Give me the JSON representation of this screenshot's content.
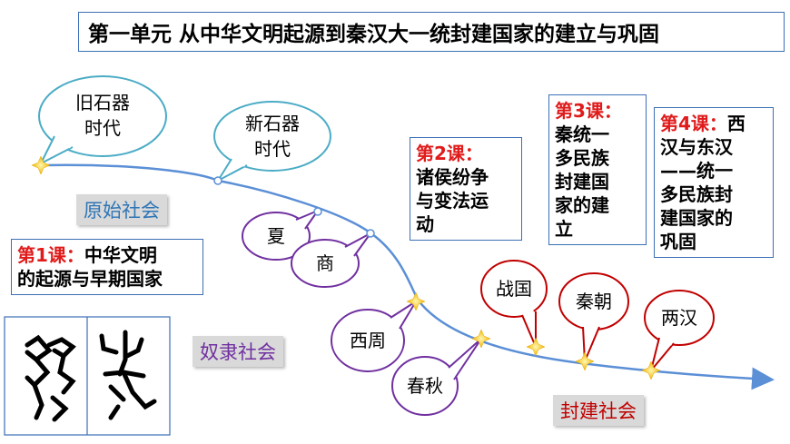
{
  "title": "第一单元  从中华文明起源到秦汉大一统封建国家的建立与巩固",
  "bubbles": {
    "paleo_1": "旧石器",
    "paleo_2": "时代",
    "neo_1": "新石器",
    "neo_2": "时代",
    "xia": "夏",
    "shang": "商",
    "xizhou": "西周",
    "chunqiu": "春秋",
    "zhanguo": "战国",
    "qin": "秦朝",
    "lianghan": "两汉"
  },
  "eras": {
    "primitive": "原始社会",
    "slave": "奴隶社会",
    "feudal": "封建社会"
  },
  "lessons": {
    "l1_head": "第1课：",
    "l1_body_a": "中华文明",
    "l1_body_b": "的起源与早期国家",
    "l2_head": "第2课：",
    "l2_body": [
      "诸侯纷争",
      "与变法运",
      "动"
    ],
    "l3_head": "第3课：",
    "l3_body": [
      "秦统一",
      "多民族",
      "封建国",
      "家的建",
      "立"
    ],
    "l4_head": "第4课：",
    "l4_body_a": "西",
    "l4_body": [
      "汉与东汉",
      "——统一",
      "多民族封",
      "建国家的",
      "巩固"
    ]
  },
  "colors": {
    "border": "#3b6fb6",
    "timeline": "#5b8fd6",
    "bubble_blue": "#4bacc6",
    "bubble_purple": "#7030a0",
    "bubble_red": "#c00000",
    "era_blue_text": "#2e75b6",
    "era_purple_text": "#7030a0",
    "era_red_text": "#c00000",
    "lesson_red": "#e01b1b"
  },
  "icons": [
    "oracle-bone-glyph-1",
    "oracle-bone-glyph-2",
    "star-marker",
    "arrow-right"
  ]
}
